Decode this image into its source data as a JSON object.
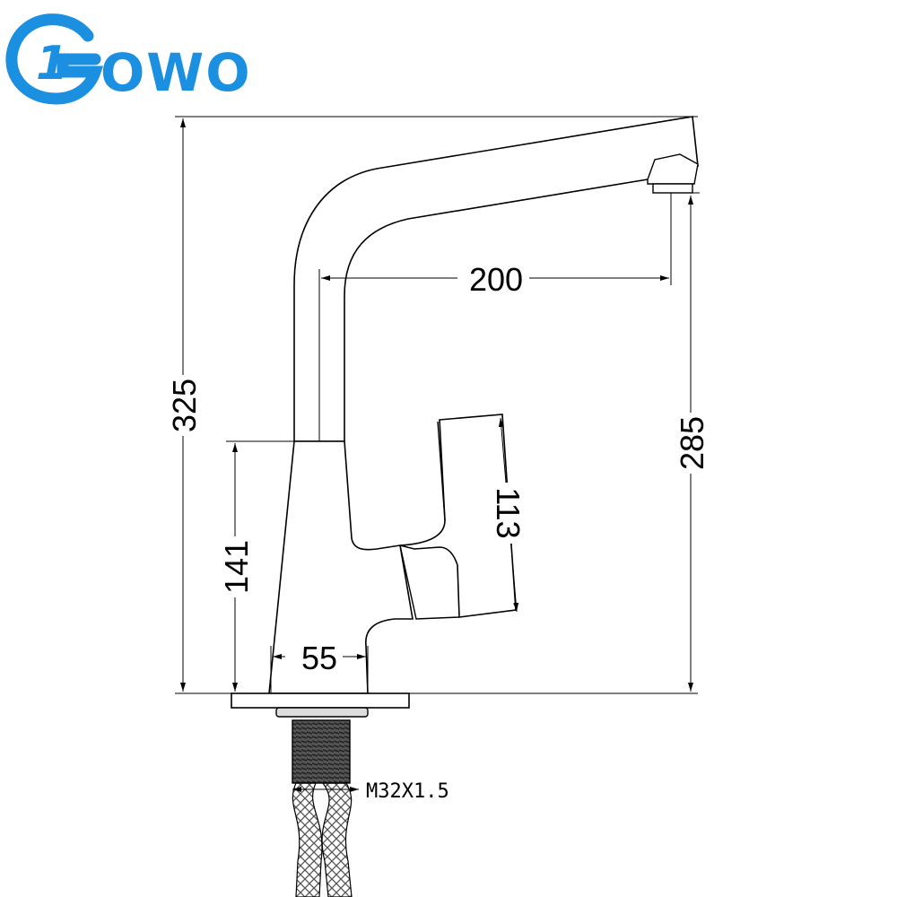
{
  "brand": {
    "mark": "1",
    "name": "OWO",
    "color": "#1b8fe0"
  },
  "dimensions": {
    "total_height": "325",
    "spout_height": "285",
    "spout_reach": "200",
    "body_height": "141",
    "handle_length": "113",
    "base_diameter": "55"
  },
  "thread_label": "M32X1.5"
}
